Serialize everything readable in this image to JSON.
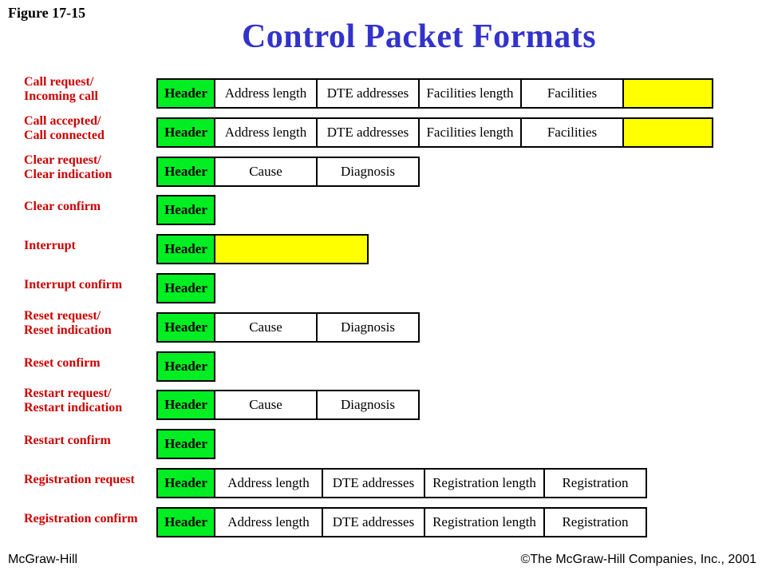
{
  "figure_label": "Figure 17-15",
  "title": "Control Packet Formats",
  "colors": {
    "title": "#3333cc",
    "label": "#cc0000",
    "header_field": "#00ee22",
    "data_field": "#ffff00"
  },
  "packets": [
    {
      "label": "Call request/\nIncoming call",
      "fields": [
        {
          "text": "Header",
          "kind": "header"
        },
        {
          "text": "Address length",
          "kind": "plain"
        },
        {
          "text": "DTE addresses",
          "kind": "plain"
        },
        {
          "text": "Facilities length",
          "kind": "plain"
        },
        {
          "text": "Facilities",
          "kind": "plain"
        },
        {
          "text": "",
          "kind": "yellow"
        }
      ]
    },
    {
      "label": "Call accepted/\nCall connected",
      "fields": [
        {
          "text": "Header",
          "kind": "header"
        },
        {
          "text": "Address length",
          "kind": "plain"
        },
        {
          "text": "DTE addresses",
          "kind": "plain"
        },
        {
          "text": "Facilities length",
          "kind": "plain"
        },
        {
          "text": "Facilities",
          "kind": "plain"
        },
        {
          "text": "",
          "kind": "yellow"
        }
      ]
    },
    {
      "label": "Clear request/\nClear indication",
      "fields": [
        {
          "text": "Header",
          "kind": "header"
        },
        {
          "text": "Cause",
          "kind": "plain"
        },
        {
          "text": "Diagnosis",
          "kind": "plain"
        }
      ]
    },
    {
      "label": "Clear confirm",
      "fields": [
        {
          "text": "Header",
          "kind": "header"
        }
      ]
    },
    {
      "label": "Interrupt",
      "fields": [
        {
          "text": "Header",
          "kind": "header"
        },
        {
          "text": "",
          "kind": "yellow"
        }
      ]
    },
    {
      "label": "Interrupt confirm",
      "fields": [
        {
          "text": "Header",
          "kind": "header"
        }
      ]
    },
    {
      "label": "Reset request/\nReset indication",
      "fields": [
        {
          "text": "Header",
          "kind": "header"
        },
        {
          "text": "Cause",
          "kind": "plain"
        },
        {
          "text": "Diagnosis",
          "kind": "plain"
        }
      ]
    },
    {
      "label": "Reset confirm",
      "fields": [
        {
          "text": "Header",
          "kind": "header"
        }
      ]
    },
    {
      "label": "Restart  request/\nRestart indication",
      "fields": [
        {
          "text": "Header",
          "kind": "header"
        },
        {
          "text": "Cause",
          "kind": "plain"
        },
        {
          "text": "Diagnosis",
          "kind": "plain"
        }
      ]
    },
    {
      "label": "Restart confirm",
      "fields": [
        {
          "text": "Header",
          "kind": "header"
        }
      ]
    },
    {
      "label": "Registration request",
      "fields": [
        {
          "text": "Header",
          "kind": "header"
        },
        {
          "text": "Address length",
          "kind": "plain"
        },
        {
          "text": "DTE addresses",
          "kind": "plain"
        },
        {
          "text": "Registration length",
          "kind": "plain"
        },
        {
          "text": "Registration",
          "kind": "plain"
        }
      ]
    },
    {
      "label": "Registration confirm",
      "fields": [
        {
          "text": "Header",
          "kind": "header"
        },
        {
          "text": "Address length",
          "kind": "plain"
        },
        {
          "text": "DTE addresses",
          "kind": "plain"
        },
        {
          "text": "Registration length",
          "kind": "plain"
        },
        {
          "text": "Registration",
          "kind": "plain"
        }
      ]
    }
  ],
  "footer": {
    "left": "McGraw-Hill",
    "right": "©The McGraw-Hill Companies, Inc., 2001"
  }
}
